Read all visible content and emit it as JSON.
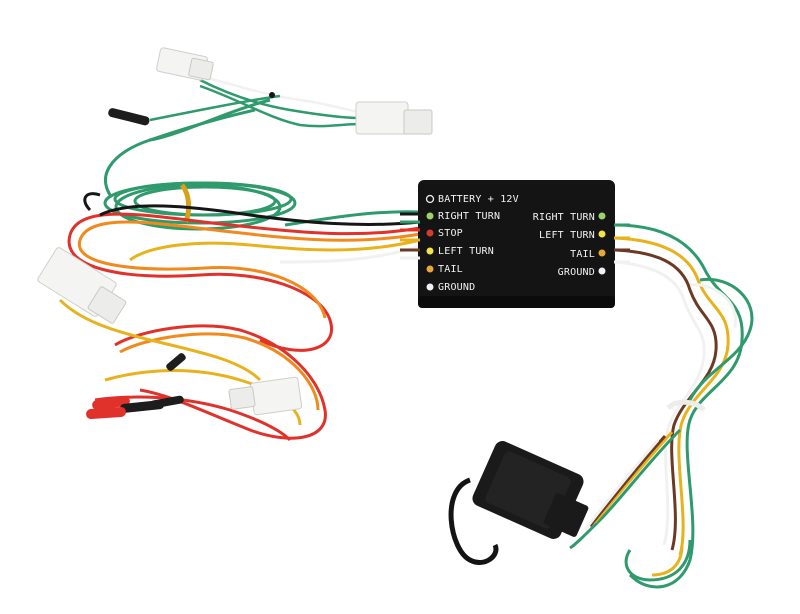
{
  "converter_box": {
    "input_labels": [
      "BATTERY + 12V",
      "RIGHT TURN",
      "STOP",
      "LEFT TURN",
      "TAIL",
      "GROUND"
    ],
    "output_labels": [
      "RIGHT TURN",
      "LEFT TURN",
      "TAIL",
      "GROUND"
    ]
  },
  "colors": {
    "box": "#141414",
    "wire_green": "#2f9a6c",
    "wire_yellow": "#e8b21c",
    "wire_brown": "#6b3a25",
    "wire_white": "#f1f1f1",
    "wire_red": "#e0322a",
    "wire_orange": "#f08a1e",
    "wire_black": "#161616",
    "connector_white": "#f4f4f2",
    "led_green": "#9bd36a",
    "led_yellow": "#f4e24a",
    "led_red": "#d8392e",
    "led_amber": "#e9a63a"
  }
}
